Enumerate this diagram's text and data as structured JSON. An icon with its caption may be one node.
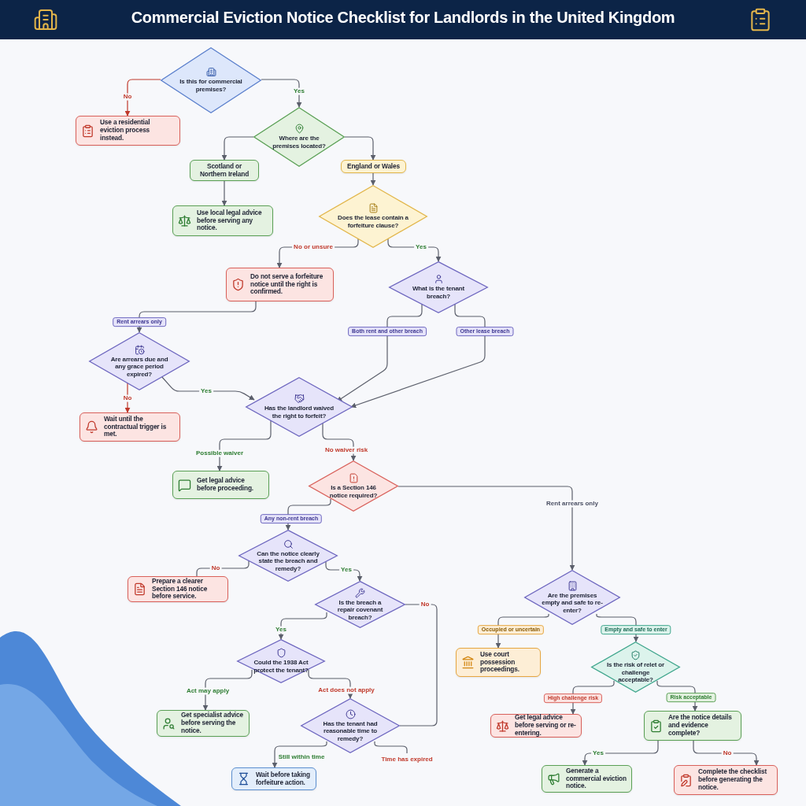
{
  "diagram": {
    "title": "Commercial Eviction Notice Checklist for Landlords in the United Kingdom",
    "nodes": [
      {
        "text": [
          "Is this for commercial premises?"
        ]
      },
      {
        "text": [
          "Use a residential eviction process instead."
        ]
      },
      {
        "text": [
          "Where are the premises located?"
        ]
      },
      {
        "text": [
          "Scotland or Northern Ireland"
        ]
      },
      {
        "text": [
          "England or Wales"
        ]
      },
      {
        "text": [
          "Use local legal advice before serving any notice."
        ]
      },
      {
        "text": [
          "Does the lease contain a forfeiture clause?"
        ]
      },
      {
        "text": [
          "Do not serve a forfeiture notice until the right is confirmed."
        ]
      },
      {
        "text": [
          "What is the tenant breach?"
        ]
      },
      {
        "text": [
          "Are arrears due and any grace period expired?"
        ]
      },
      {
        "text": [
          "Wait until the contractual trigger is met."
        ]
      },
      {
        "text": [
          "Has the landlord waived the right to forfeit?"
        ]
      },
      {
        "text": [
          "Get legal advice before proceeding."
        ]
      },
      {
        "text": [
          "Is a Section 146 notice required?"
        ]
      },
      {
        "text": [
          "Can the notice clearly state the breach and remedy?"
        ]
      },
      {
        "text": [
          "Prepare a clearer Section 146 notice before service."
        ]
      },
      {
        "text": [
          "Is the breach a repair covenant breach?"
        ]
      },
      {
        "text": [
          "Could the 1938 Act protect the tenant?"
        ]
      },
      {
        "text": [
          "Get specialist advice before serving the notice."
        ]
      },
      {
        "text": [
          "Has the tenant had reasonable time to remedy?"
        ]
      },
      {
        "text": [
          "Wait before taking forfeiture action."
        ]
      },
      {
        "text": [
          "Are the premises empty and safe to re-enter?"
        ]
      },
      {
        "text": [
          "Use court possession proceedings."
        ]
      },
      {
        "text": [
          "Is the risk of relet or challenge acceptable?"
        ]
      },
      {
        "text": [
          "Get legal advice before serving or re-entering."
        ]
      },
      {
        "text": [
          "Are the notice details and evidence complete?"
        ]
      },
      {
        "text": [
          "Generate a commercial eviction notice."
        ]
      },
      {
        "text": [
          "Complete the checklist before generating the notice."
        ]
      }
    ],
    "edges": [
      {
        "from": 0,
        "to": 1,
        "arrow": "to",
        "label": "No",
        "color": "#c0392b"
      },
      {
        "from": 0,
        "to": 2,
        "arrow": "to",
        "label": "Yes"
      },
      {
        "from": 2,
        "to": 3,
        "arrow": "to"
      },
      {
        "from": 2,
        "to": 4,
        "arrow": "to"
      },
      {
        "from": 3,
        "to": 5,
        "arrow": "to"
      },
      {
        "from": 4,
        "to": 6,
        "arrow": "to"
      },
      {
        "from": 6,
        "to": 7,
        "arrow": "to",
        "label": "No or unsure"
      },
      {
        "from": 6,
        "to": 8,
        "arrow": "to",
        "label": "Yes"
      },
      {
        "from": 7,
        "to": 9,
        "arrow": "to",
        "label": "Rent arrears only"
      },
      {
        "from": 8,
        "to": 11,
        "arrow": "to",
        "label": "Both rent and other breach"
      },
      {
        "from": 8,
        "to": 11,
        "arrow": "to",
        "label": "Other lease breach"
      },
      {
        "from": 9,
        "to": 10,
        "arrow": "to",
        "label": "No",
        "color": "#c0392b"
      },
      {
        "from": 9,
        "to": 11,
        "arrow": "to",
        "label": "Yes"
      },
      {
        "from": 11,
        "to": 12,
        "arrow": "to",
        "label": "Possible waiver"
      },
      {
        "from": 11,
        "to": 13,
        "arrow": "to",
        "label": "No waiver risk"
      },
      {
        "from": 13,
        "to": 14,
        "arrow": "to",
        "label": "Any non-rent breach"
      },
      {
        "from": 13,
        "to": 21,
        "arrow": "to",
        "label": "Rent arrears only"
      },
      {
        "from": 14,
        "to": 15,
        "arrow": "none",
        "label": "No"
      },
      {
        "from": 14,
        "to": 16,
        "arrow": "to",
        "label": "Yes"
      },
      {
        "from": 16,
        "to": 17,
        "arrow": "to",
        "label": "Yes"
      },
      {
        "from": 16,
        "to": 19,
        "arrow": "none",
        "label": "No"
      },
      {
        "from": 17,
        "to": 18,
        "arrow": "to",
        "label": "Act may apply"
      },
      {
        "from": 17,
        "to": 19,
        "arrow": "to",
        "label": "Act does not apply"
      },
      {
        "from": 19,
        "to": 20,
        "arrow": "to",
        "label": "Still within time"
      },
      {
        "from": 19,
        "to": null,
        "arrow": "none",
        "label": "Time has expired"
      },
      {
        "from": 21,
        "to": 22,
        "arrow": "to",
        "label": "Occupied or uncertain"
      },
      {
        "from": 21,
        "to": 23,
        "arrow": "to",
        "label": "Empty and safe to enter"
      },
      {
        "from": 23,
        "to": 24,
        "arrow": "to",
        "label": "High challenge risk"
      },
      {
        "from": 23,
        "to": 25,
        "arrow": "to",
        "label": "Risk acceptable"
      },
      {
        "from": 25,
        "to": 26,
        "arrow": "to",
        "label": "Yes"
      },
      {
        "from": 25,
        "to": 27,
        "arrow": "to",
        "label": "No"
      }
    ]
  }
}
